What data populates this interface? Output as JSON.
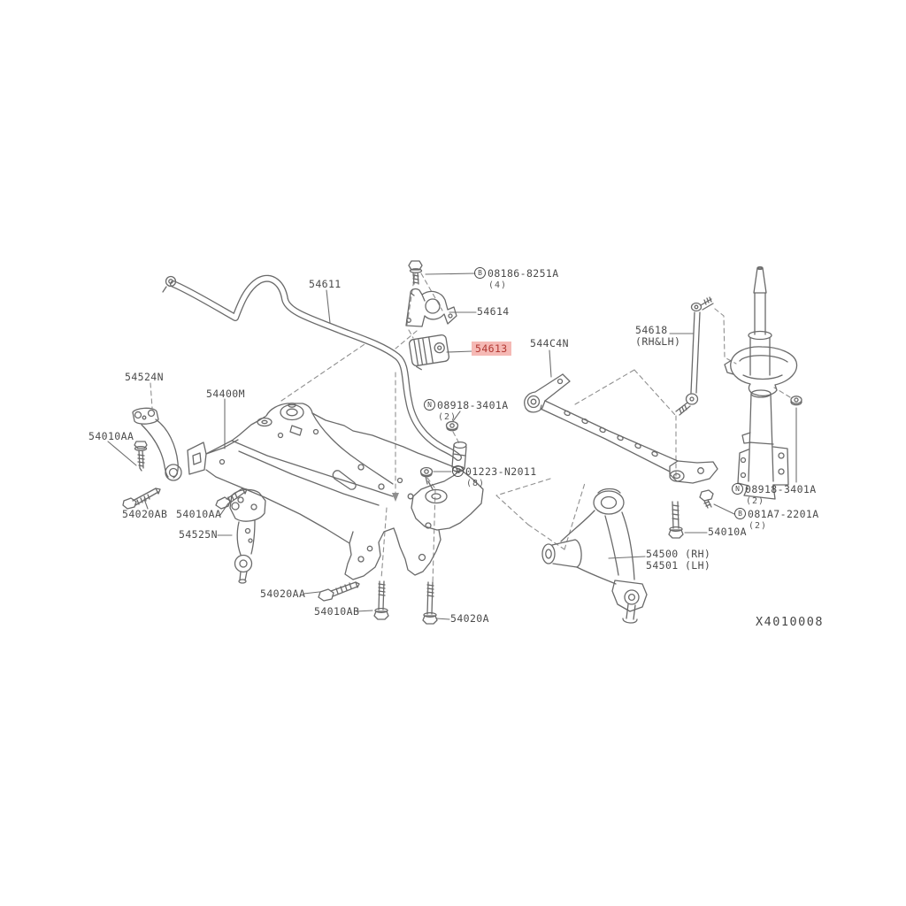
{
  "diagram": {
    "drawing_code": "X4010008",
    "highlight_bg": "#f5b9b5",
    "highlight_text": "#b23832",
    "line_color": "#6a6a6a",
    "text_color": "#4a4a4a"
  },
  "labels": {
    "l54611": {
      "text": "54611"
    },
    "b08186": {
      "prefix": "B",
      "text": "08186-8251A",
      "qty": "(4)"
    },
    "l54614": {
      "text": "54614"
    },
    "l54613": {
      "text": "54613",
      "highlighted": "true"
    },
    "l544c4n": {
      "text": "544C4N"
    },
    "l54618": {
      "text": "54618",
      "sub": "(RH&LH)"
    },
    "n08918a": {
      "prefix": "N",
      "text": "08918-3401A",
      "qty": "(2)"
    },
    "n01223": {
      "prefix": "N",
      "text": "01223-N2011",
      "qty": "(8)"
    },
    "l54524n": {
      "text": "54524N"
    },
    "l54400m": {
      "text": "54400M"
    },
    "l54010aa1": {
      "text": "54010AA"
    },
    "l54020ab": {
      "text": "54020AB"
    },
    "l54010aa2": {
      "text": "54010AA"
    },
    "l54525n": {
      "text": "54525N"
    },
    "l54020aa": {
      "text": "54020AA"
    },
    "l54010ab": {
      "text": "54010AB"
    },
    "l54020a": {
      "text": "54020A"
    },
    "l54500": {
      "text": "54500 (RH)"
    },
    "l54501": {
      "text": "54501 (LH)"
    },
    "l54010a": {
      "text": "54010A"
    },
    "n08918b": {
      "prefix": "N",
      "text": "08918-3401A",
      "qty": "(2)"
    },
    "b081a7": {
      "prefix": "B",
      "text": "081A7-2201A",
      "qty": "(2)"
    },
    "code": {
      "text": "X4010008"
    }
  }
}
